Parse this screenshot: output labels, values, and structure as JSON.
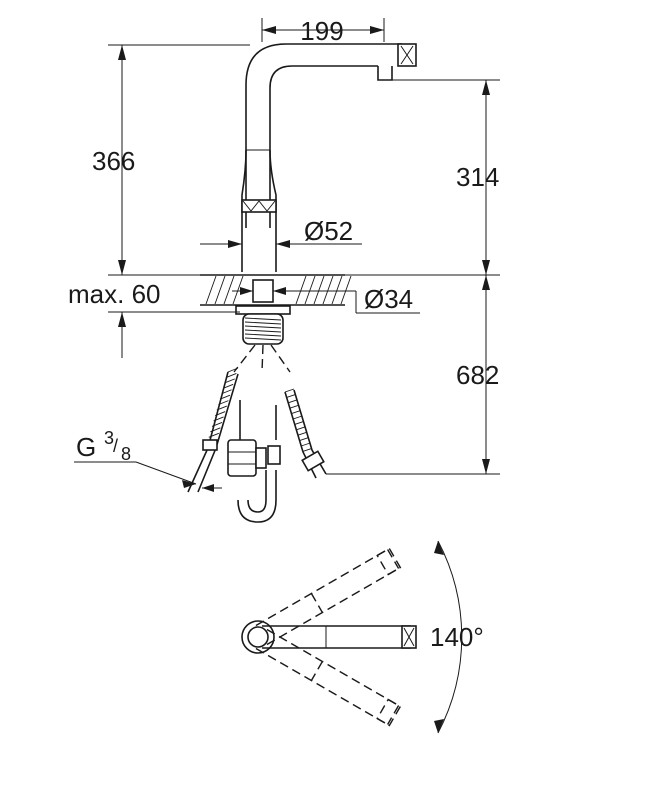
{
  "dimensions": {
    "spout_reach": "199",
    "total_height": "366",
    "spout_height": "314",
    "body_diameter": "Ø52",
    "max_deck": "max. 60",
    "hole_diameter": "Ø34",
    "hose_length": "682",
    "thread_prefix": "G",
    "thread_num": "3",
    "thread_den": "8",
    "swivel_angle": "140°"
  },
  "colors": {
    "line": "#1a1a1a",
    "background": "#ffffff"
  }
}
